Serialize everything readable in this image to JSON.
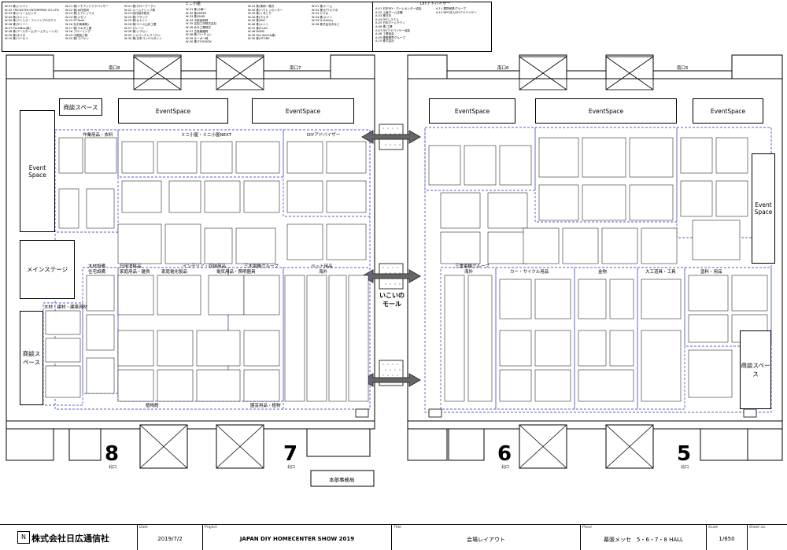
{
  "legend": {
    "col1": [
      "W-01 株)ジャパン",
      "W-02 TRICKSTER ENTERPRISE CO.,LTD",
      "W-03 株)ドリームセンサ",
      "W-04 株)エイシン",
      "W-05 株)アイリス・ファインプロダクツ",
      "W-06 株)ダイソー",
      "W-07 PochiBox(株)",
      "W-08 株)アースホーム(ホームチェーンズ)",
      "W-09 株)ゆうき",
      "W-10 株)コーセイ"
    ],
    "col2": [
      "W-11 株)ニチアンドアドバイザー",
      "W-12 株)木村技研",
      "W-13 株)ピアレックス",
      "W-14 株)メモリ",
      "W-15 ST-Tools",
      "W-16 丸中商事株)",
      "W-17 株)マキタ工業",
      "W-18 フローリング",
      "W-19 中国技工株",
      "W-20 株)コバヤシ"
    ],
    "header": "ミニ小屋",
    "col3": [
      "W-21 株)グローブーグン",
      "W-22 ルームクリップ株",
      "W-23 西村製作株式",
      "W-24 株)アザック",
      "W-25 株)キヤノン",
      "W-26 株)エニス山井工業",
      "W-27 ガレージ",
      "W-28 株)ジラセン",
      "W-29 ジャパンエレクトロン",
      "W-30 株)日本コンサルタント"
    ],
    "col4": [
      "W-31 株)小東一",
      "W-32 株)DIREE",
      "W-33 株)DADI",
      "W-34 中部技術株",
      "W-35 吉田工作株式会社",
      "W-36 北与工業株式",
      "W-37 古島機器株",
      "W-38 株)コーチョン",
      "W-39 ヌーボー株",
      "W-40 株)TOOLBOX"
    ],
    "col5": [
      "W-41 株)清和一株式",
      "W-42 株)ハウレッセンター",
      "W-43 株)くみとり",
      "W-44 株)ホルダ",
      "W-45 株)BAT",
      "W-46 株)メイト",
      "W-47 株)FLAG",
      "W-48 DAMS",
      "W-49 Pax Select(株)",
      "W-50 株)STORE"
    ],
    "col6": [
      "W-51 株)ドーム",
      "W-52 株)ゼウスデポ",
      "W-53 ヤマキ",
      "W-54 株)メイン",
      "W-55 N-Gallery",
      "W-56 株式会社みなと",
      "",
      "",
      "",
      ""
    ]
  },
  "diy_legend": {
    "header": "DIYアドバイザー",
    "col1": [
      "A-01 日本DIY・ホームセンター協会",
      "A-02 上級ホーム店舗",
      "A-03 株日本",
      "A-04 DIYシステム",
      "A-05 日本ホームテクノ",
      "A-06 株)工業",
      "A-07 DIYアドバイザー協会",
      "A-08 工業協会",
      "A-09 建築業界グループ",
      "A-10 株式会社"
    ],
    "col2": [
      "A-11 建物家具グループ",
      "A-12 NPO法人DIYアドバイザー",
      "",
      "",
      "",
      "",
      "",
      "",
      "",
      ""
    ]
  },
  "gates": {
    "g8": "南口8",
    "g7": "南口7",
    "g6": "南口6",
    "g5": "南口5"
  },
  "halls": [
    "8",
    "7",
    "6",
    "5"
  ],
  "hall_sub": [
    "北口",
    "北口",
    "北口",
    "北口"
  ],
  "areas": {
    "shodan_left": "商談スペース",
    "event_space_left": "Event Space",
    "event_center_left": "EventSpace",
    "event_center_mid": "EventSpace",
    "event_right_a": "EventSpace",
    "event_right_b": "EventSpace",
    "event_right_c": "EventSpace",
    "event_right_side": "Event Space",
    "main_stage": "メインステージ",
    "shodan_left2": "商談スペース",
    "shodan_right": "商談スペース",
    "iikoi_mall": "いこいの モール",
    "honbu": "本部事務局"
  },
  "zones": {
    "z1": "作業用品・衣料",
    "z2": "ミニ小屋・ミニ小屋NEXT",
    "z3": "DIYアドバイザー",
    "z4": "住宅設備",
    "z5": "家庭用品・雑貨",
    "z6": "家庭電化製品",
    "z7": "インテリア・収納用品",
    "z8": "三木電機グループ",
    "z9": "ペット用品",
    "z10": "木材・建材・建築資材",
    "z11": "海外",
    "z12": "電気用品・照明器具",
    "z13": "植物館",
    "z14": "園芸用品・植物",
    "z15": "三重電機グループ",
    "z16": "海外",
    "z17": "カー・サイクル用品",
    "z18": "金物",
    "z19": "大工道具・工具",
    "z20": "塗料・用品",
    "z21": "日用消耗品",
    "z22": "木材設備"
  },
  "title_block": {
    "company": "株式会社日広通信社",
    "date_cap": "Date",
    "date": "2019/7/2",
    "project_cap": "Project",
    "project": "JAPAN DIY HOMECENTER SHOW 2019",
    "title_cap": "Title",
    "title": "会場レイアウト",
    "place_cap": "Place",
    "place": "幕張メッセ　5・6・7・8 HALL",
    "scale_cap": "Scale",
    "scale": "1/650",
    "sheet_cap": "Sheet no."
  },
  "colors": {
    "zone_border": "#5560c8",
    "ink": "#000000"
  }
}
